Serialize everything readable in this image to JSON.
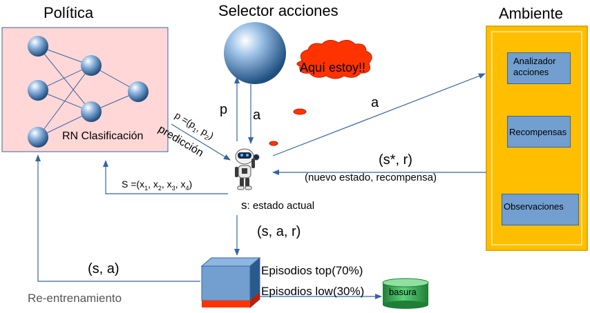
{
  "politica": {
    "title": "Política",
    "network_label": "RN Clasificación"
  },
  "selector": {
    "title": "Selector acciones",
    "bubble": "Aquí estoy!!"
  },
  "ambiente": {
    "title": "Ambiente",
    "boxes": [
      "Analizador acciones",
      "Recompensas",
      "Observaciones"
    ]
  },
  "labels": {
    "p": "p",
    "a_down": "a",
    "a_env": "a",
    "s_star_r": "(s*, r)",
    "nuevo_estado": "(nuevo estado, recompensa)",
    "state_vector": "S =(x1, x2, x3, x4)",
    "prob_vector": "p =(p1, p2)",
    "prediccion": "predicción",
    "estado_actual_s": "s",
    "estado_actual": ": estado actual",
    "sar": "(s, a, r)",
    "sa": "(s, a)",
    "reentrenamiento": "Re-entrenamiento",
    "episodios_top": "Episodios top(70%)",
    "episodios_low": "Episodios low(30%)",
    "basura": "basura"
  },
  "colors": {
    "politica_bg": "#ffd7d7",
    "politica_border": "#3465a4",
    "ambiente_bg": "#ffbf00",
    "ambiente_border": "#e6a800",
    "box_blue": "#729fcf",
    "arrow": "#3465a4",
    "red": "#ff3300",
    "basura_green": "#2ea84a"
  }
}
